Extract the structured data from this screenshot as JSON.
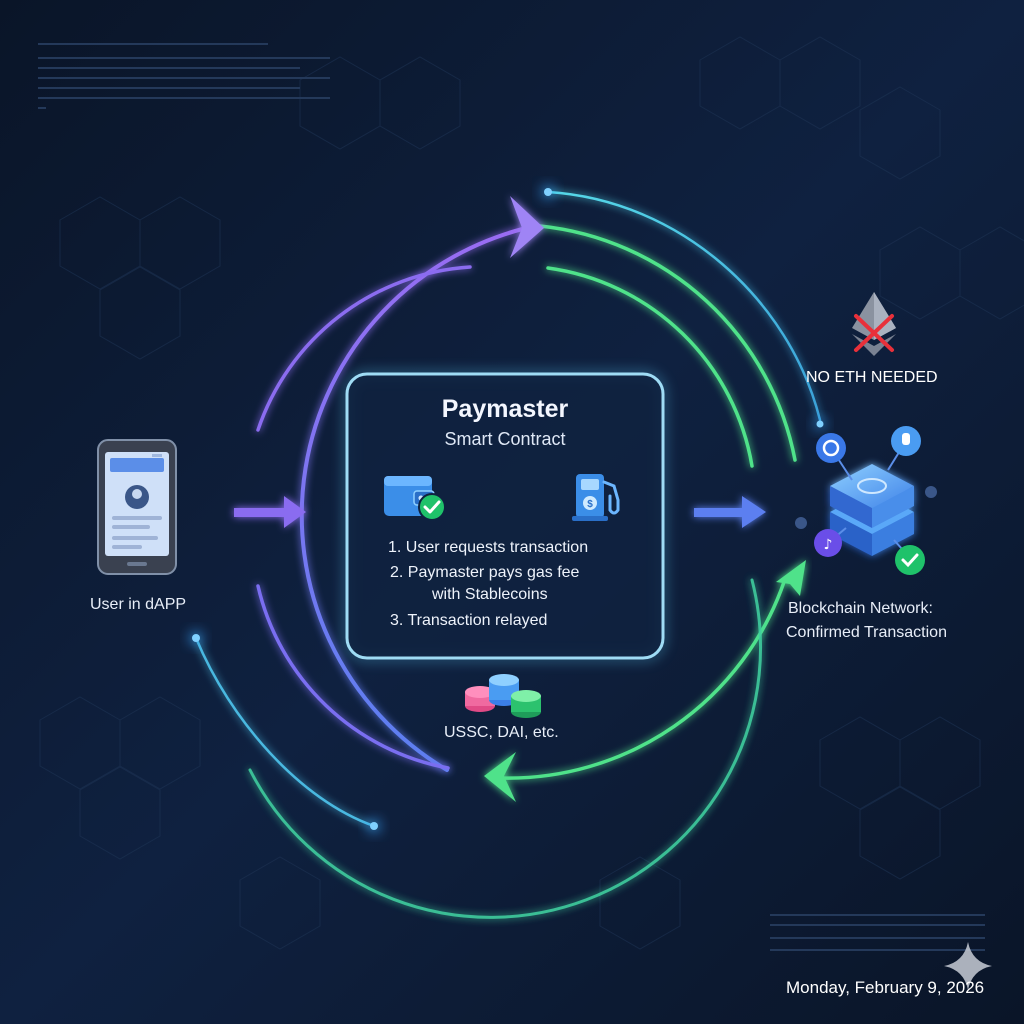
{
  "paymaster": {
    "title": "Paymaster",
    "subtitle": "Smart Contract",
    "steps": [
      "1. User requests transaction",
      "2. Paymaster pays gas fee",
      "with Stablecoins",
      "3. Transaction relayed"
    ]
  },
  "user": {
    "label": "User in dAPP"
  },
  "stablecoins": {
    "label": "USSC, DAI, etc."
  },
  "no_eth": {
    "label": "NO ETH NEEDED"
  },
  "blockchain": {
    "label_line1": "Blockchain Network:",
    "label_line2": "Confirmed Transaction"
  },
  "footer": {
    "date": "Monday, February 9, 2026"
  },
  "colors": {
    "background": "#0c1a30",
    "purple_flow": "#8b6cf0",
    "green_flow": "#4fe28a",
    "blue_accent": "#4aa6ff",
    "panel_border": "#9fdcf5"
  },
  "icons": [
    "smartphone-icon",
    "wallet-icon",
    "checkmark-icon",
    "fuel-pump-icon",
    "coin-stack-icon",
    "ethereum-icon",
    "blocked-icon",
    "blockchain-cubes-icon",
    "sparkle-icon"
  ]
}
